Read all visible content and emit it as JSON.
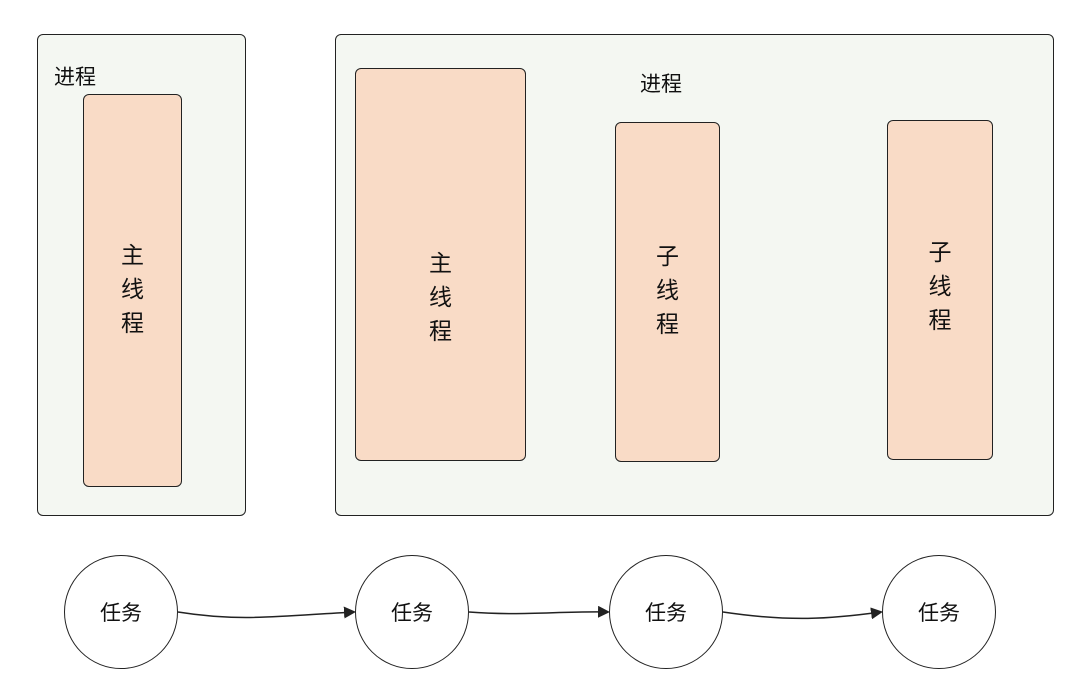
{
  "diagram": {
    "processes": [
      {
        "label": "进程",
        "threads": [
          {
            "chars": [
              "主",
              "线",
              "程"
            ]
          }
        ]
      },
      {
        "label": "进程",
        "threads": [
          {
            "chars": [
              "主",
              "线",
              "程"
            ]
          },
          {
            "chars": [
              "子",
              "线",
              "程"
            ]
          },
          {
            "chars": [
              "子",
              "线",
              "程"
            ]
          }
        ]
      }
    ],
    "tasks": [
      {
        "label": "任务"
      },
      {
        "label": "任务"
      },
      {
        "label": "任务"
      },
      {
        "label": "任务"
      }
    ],
    "colors": {
      "process_fill": "#f4f7f2",
      "thread_fill": "#f9dbc6",
      "stroke": "#222222"
    }
  }
}
